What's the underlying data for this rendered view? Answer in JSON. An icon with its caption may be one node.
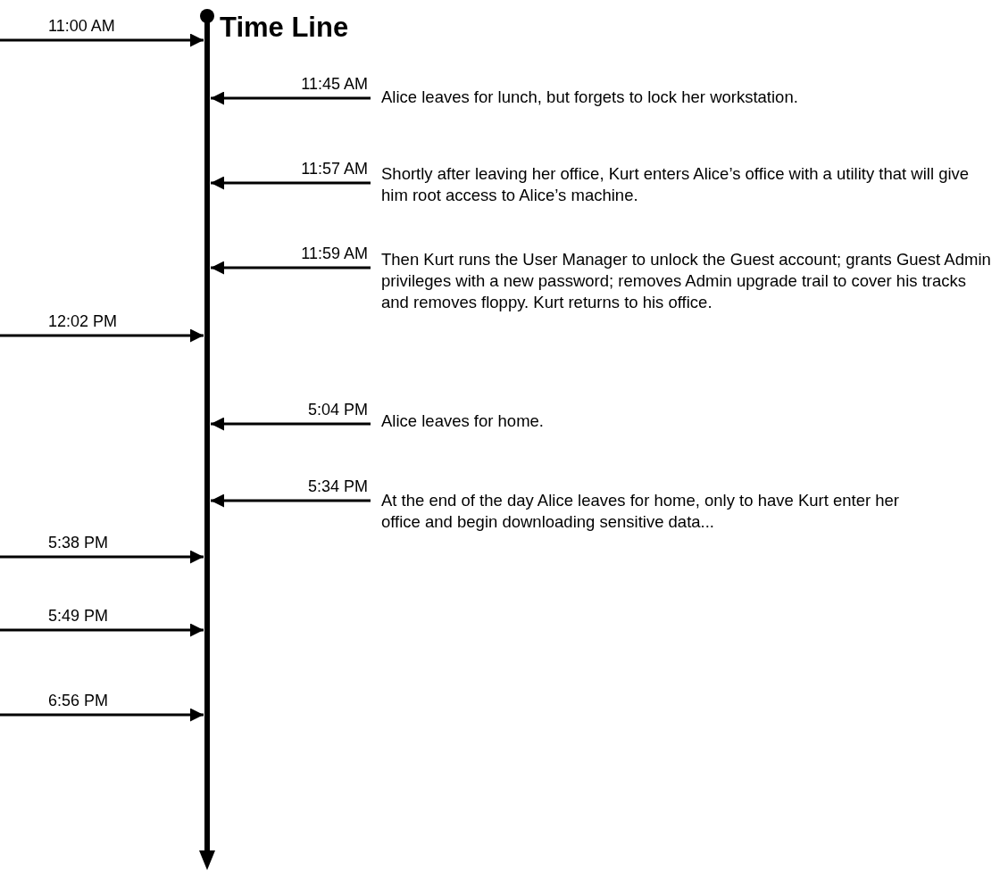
{
  "diagram": {
    "title": "Time Line",
    "nodes": [
      {
        "text": [],
        "shape": "bar"
      },
      {
        "text": [
          "Alice leaves for lunch, but forgets to lock her workstation."
        ]
      },
      {
        "text": [
          "Shortly after leaving her office, Kurt enters Alice’s office with a utility that will give him root access to Alice’s machine."
        ]
      },
      {
        "text": [
          "Then Kurt runs the User Manager to unlock the Guest account; grants Guest Admin privileges with a new password; removes Admin upgrade trail to cover his tracks and removes floppy. Kurt returns to his office."
        ]
      },
      {
        "text": [
          "Alice leaves for home."
        ]
      },
      {
        "text": [
          "At the end of the day Alice leaves for home, only to have Kurt enter her office and begin downloading sensitive data..."
        ]
      }
    ],
    "edges": [
      {
        "from": null,
        "to": 0,
        "arrow": "to",
        "label": "11:00 AM"
      },
      {
        "from": 1,
        "to": 0,
        "arrow": "to",
        "label": "11:45 AM"
      },
      {
        "from": 2,
        "to": 0,
        "arrow": "to",
        "label": "11:57 AM"
      },
      {
        "from": 3,
        "to": 0,
        "arrow": "to",
        "label": "11:59 AM"
      },
      {
        "from": null,
        "to": 0,
        "arrow": "to",
        "label": "12:02 PM"
      },
      {
        "from": 4,
        "to": 0,
        "arrow": "to",
        "label": "5:04 PM"
      },
      {
        "from": 5,
        "to": 0,
        "arrow": "to",
        "label": "5:34 PM"
      },
      {
        "from": null,
        "to": 0,
        "arrow": "to",
        "label": "5:38 PM"
      },
      {
        "from": null,
        "to": 0,
        "arrow": "to",
        "label": "5:49 PM"
      },
      {
        "from": null,
        "to": 0,
        "arrow": "to",
        "label": "6:56 PM"
      }
    ]
  }
}
